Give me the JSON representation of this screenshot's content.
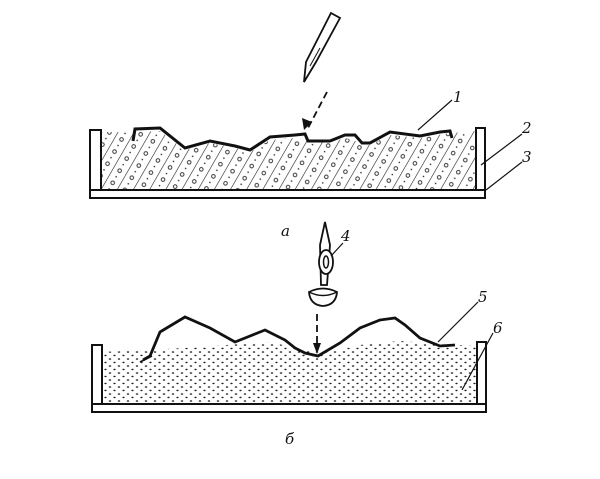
{
  "labels": {
    "n1": "1",
    "n2": "2",
    "n3": "3",
    "n4": "4",
    "n5": "5",
    "n6": "6"
  },
  "captions": {
    "a": "а",
    "b": "б"
  },
  "colors": {
    "ink": "#1a1a1a",
    "paper": "#ffffff"
  }
}
